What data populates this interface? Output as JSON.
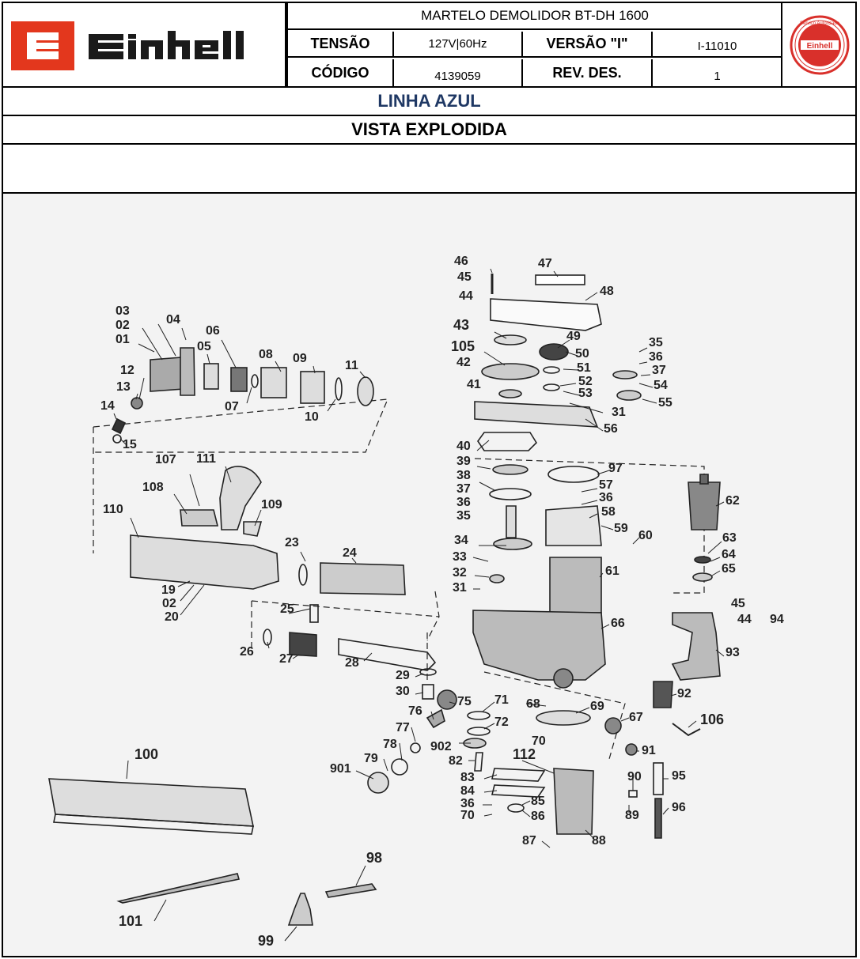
{
  "header": {
    "brand": "Einhell",
    "product_title": "MARTELO DEMOLIDOR BT-DH 1600",
    "tensao_label": "TENSÃO",
    "tensao_value": "127V|60Hz",
    "versao_label": "VERSÃO \"I\"",
    "versao_value": "I-11010",
    "codigo_label": "CÓDIGO",
    "codigo_value": "4139059",
    "rev_label": "REV. DES.",
    "rev_value": "1",
    "seal_text_top": "Serviço Autorizado",
    "seal_text_brand": "Einhell"
  },
  "linha": "LINHA AZUL",
  "vista": "VISTA EXPLODIDA",
  "colors": {
    "brand_red": "#e3371d",
    "linha_blue": "#1f3864",
    "seal_red": "#d9302b"
  },
  "part_labels": [
    {
      "id": "46"
    },
    {
      "id": "45"
    },
    {
      "id": "44"
    },
    {
      "id": "47"
    },
    {
      "id": "48"
    },
    {
      "id": "43"
    },
    {
      "id": "49"
    },
    {
      "id": "105"
    },
    {
      "id": "50"
    },
    {
      "id": "42"
    },
    {
      "id": "51"
    },
    {
      "id": "52"
    },
    {
      "id": "41"
    },
    {
      "id": "53"
    },
    {
      "id": "31"
    },
    {
      "id": "56"
    },
    {
      "id": "35"
    },
    {
      "id": "36"
    },
    {
      "id": "37"
    },
    {
      "id": "54"
    },
    {
      "id": "55"
    },
    {
      "id": "03"
    },
    {
      "id": "04"
    },
    {
      "id": "02"
    },
    {
      "id": "06"
    },
    {
      "id": "01"
    },
    {
      "id": "05"
    },
    {
      "id": "08"
    },
    {
      "id": "09"
    },
    {
      "id": "11"
    },
    {
      "id": "12"
    },
    {
      "id": "13"
    },
    {
      "id": "07"
    },
    {
      "id": "10"
    },
    {
      "id": "14"
    },
    {
      "id": "15"
    },
    {
      "id": "40"
    },
    {
      "id": "39"
    },
    {
      "id": "97"
    },
    {
      "id": "38"
    },
    {
      "id": "57"
    },
    {
      "id": "62"
    },
    {
      "id": "37"
    },
    {
      "id": "36"
    },
    {
      "id": "36"
    },
    {
      "id": "35"
    },
    {
      "id": "58"
    },
    {
      "id": "59"
    },
    {
      "id": "107"
    },
    {
      "id": "111"
    },
    {
      "id": "108"
    },
    {
      "id": "109"
    },
    {
      "id": "110"
    },
    {
      "id": "60"
    },
    {
      "id": "34"
    },
    {
      "id": "63"
    },
    {
      "id": "23"
    },
    {
      "id": "24"
    },
    {
      "id": "64"
    },
    {
      "id": "33"
    },
    {
      "id": "65"
    },
    {
      "id": "61"
    },
    {
      "id": "32"
    },
    {
      "id": "19"
    },
    {
      "id": "02"
    },
    {
      "id": "20"
    },
    {
      "id": "31"
    },
    {
      "id": "45"
    },
    {
      "id": "25"
    },
    {
      "id": "44"
    },
    {
      "id": "94"
    },
    {
      "id": "66"
    },
    {
      "id": "93"
    },
    {
      "id": "26"
    },
    {
      "id": "27"
    },
    {
      "id": "28"
    },
    {
      "id": "29"
    },
    {
      "id": "30"
    },
    {
      "id": "92"
    },
    {
      "id": "75"
    },
    {
      "id": "71"
    },
    {
      "id": "68"
    },
    {
      "id": "69"
    },
    {
      "id": "76"
    },
    {
      "id": "72"
    },
    {
      "id": "67"
    },
    {
      "id": "106"
    },
    {
      "id": "77"
    },
    {
      "id": "70"
    },
    {
      "id": "78"
    },
    {
      "id": "902"
    },
    {
      "id": "91"
    },
    {
      "id": "79"
    },
    {
      "id": "82"
    },
    {
      "id": "112"
    },
    {
      "id": "100"
    },
    {
      "id": "901"
    },
    {
      "id": "90"
    },
    {
      "id": "95"
    },
    {
      "id": "83"
    },
    {
      "id": "84"
    },
    {
      "id": "85"
    },
    {
      "id": "36"
    },
    {
      "id": "86"
    },
    {
      "id": "70"
    },
    {
      "id": "89"
    },
    {
      "id": "96"
    },
    {
      "id": "87"
    },
    {
      "id": "88"
    },
    {
      "id": "98"
    },
    {
      "id": "101"
    },
    {
      "id": "99"
    }
  ]
}
